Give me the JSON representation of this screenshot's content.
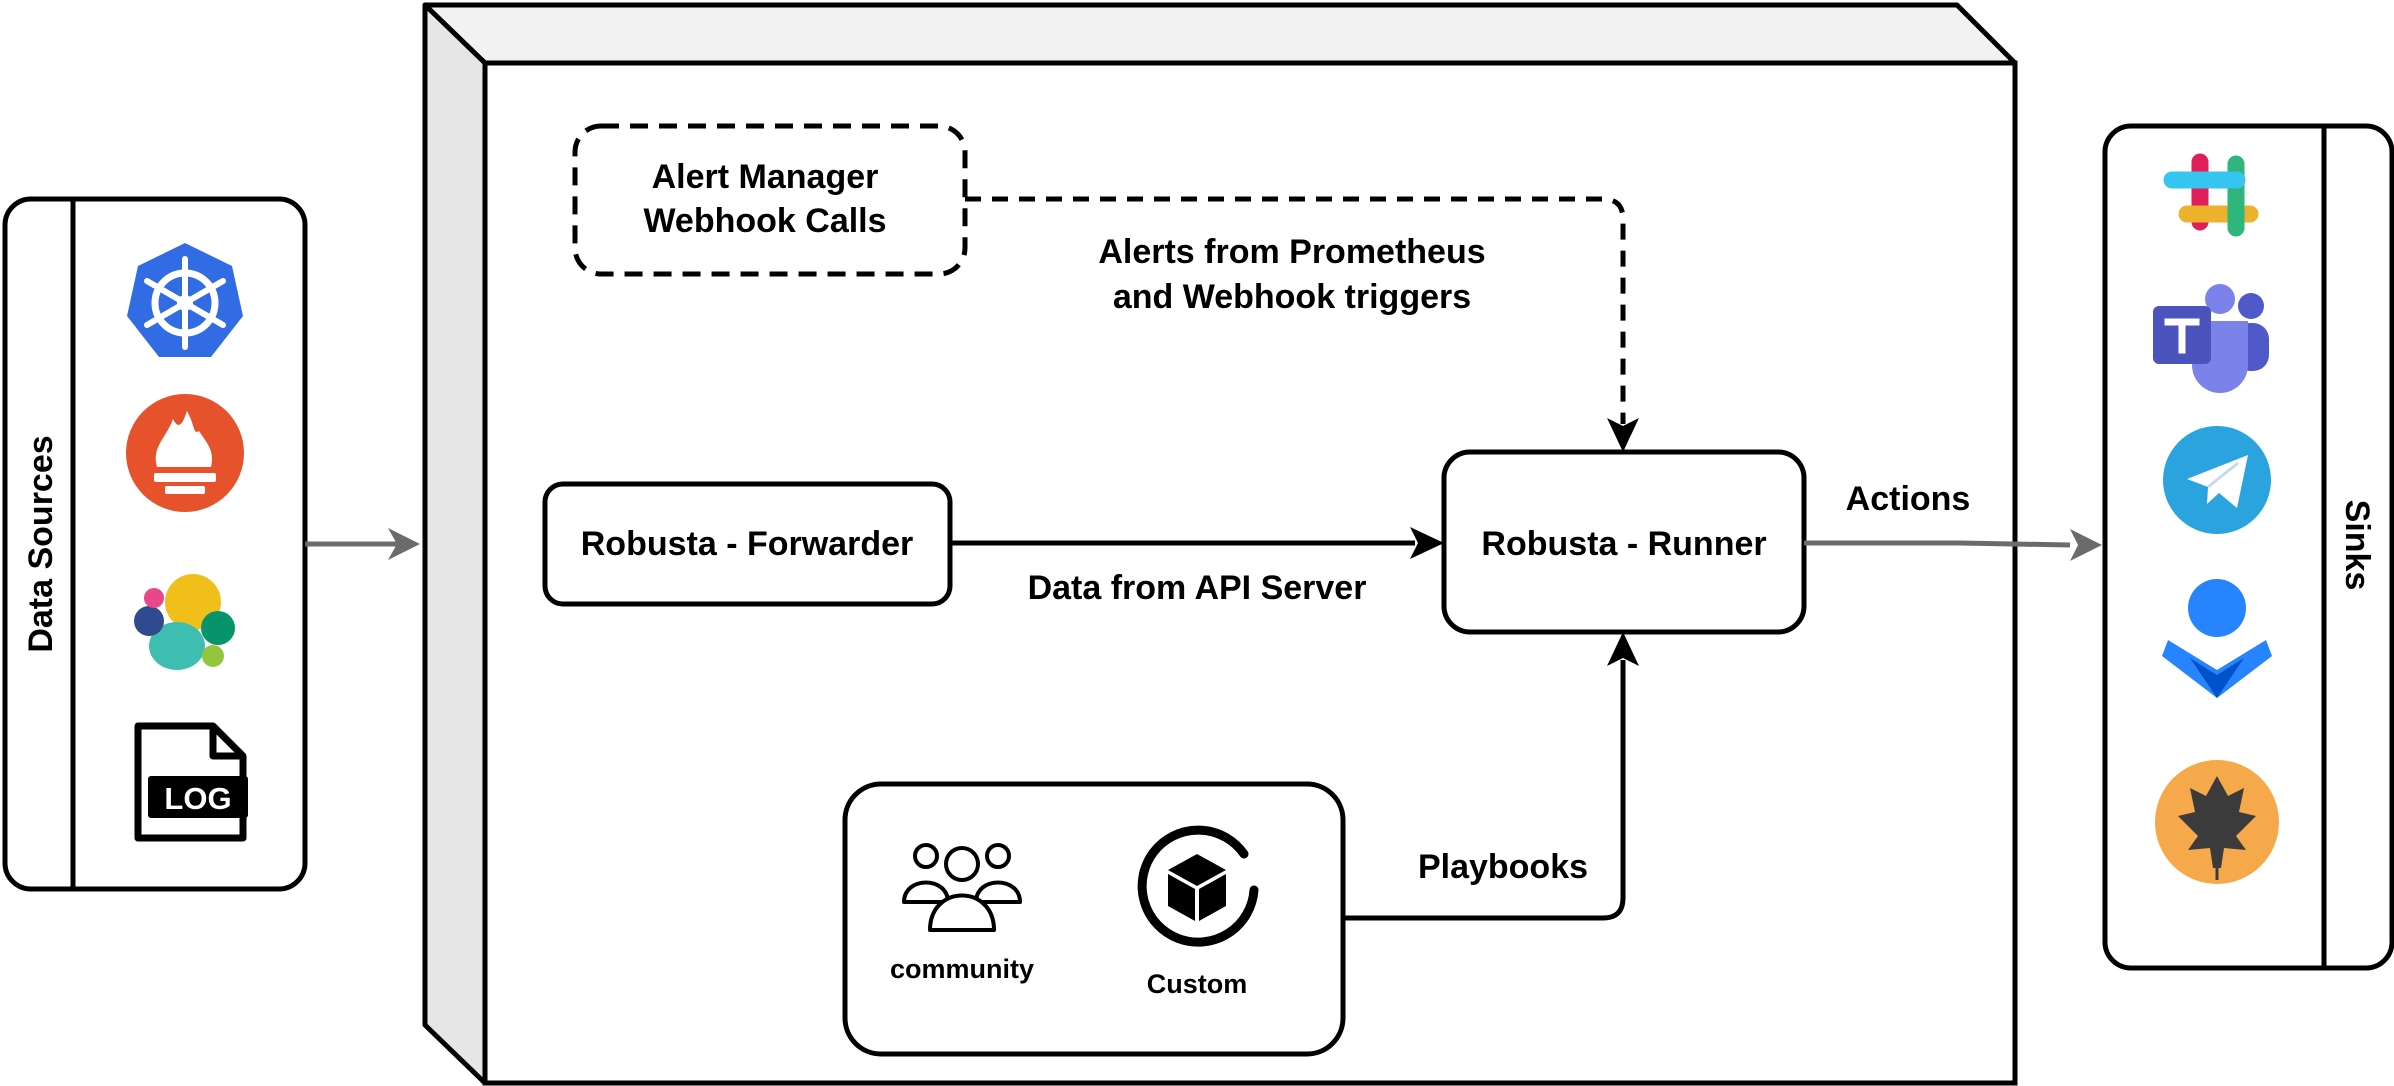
{
  "sources": {
    "label": "Data Sources",
    "icons": [
      "kubernetes-icon",
      "prometheus-icon",
      "elastic-icon",
      "log-file-icon"
    ],
    "log_text": "LOG"
  },
  "sinks": {
    "label": "Sinks",
    "icons": [
      "slack-icon",
      "teams-icon",
      "telegram-icon",
      "opsgenie-icon",
      "victorops-icon"
    ]
  },
  "nodes": {
    "alertmanager_line1": "Alert Manager",
    "alertmanager_line2": "Webhook Calls",
    "forwarder": "Robusta - Forwarder",
    "runner": "Robusta - Runner"
  },
  "edges": {
    "alerts_line1": "Alerts from Prometheus",
    "alerts_line2": "and Webhook triggers",
    "api": "Data from API Server",
    "actions": "Actions",
    "playbooks": "Playbooks"
  },
  "playbooks": {
    "community": "community",
    "custom": "Custom"
  },
  "colors": {
    "kubernetes": "#326CE5",
    "prometheus": "#E6522C",
    "telegram": "#2AA3DF",
    "teams": "#5059C9",
    "opsgenie": "#2684FF",
    "victorops": "#F5A94A",
    "gray_arrow": "#6b6b6b"
  }
}
